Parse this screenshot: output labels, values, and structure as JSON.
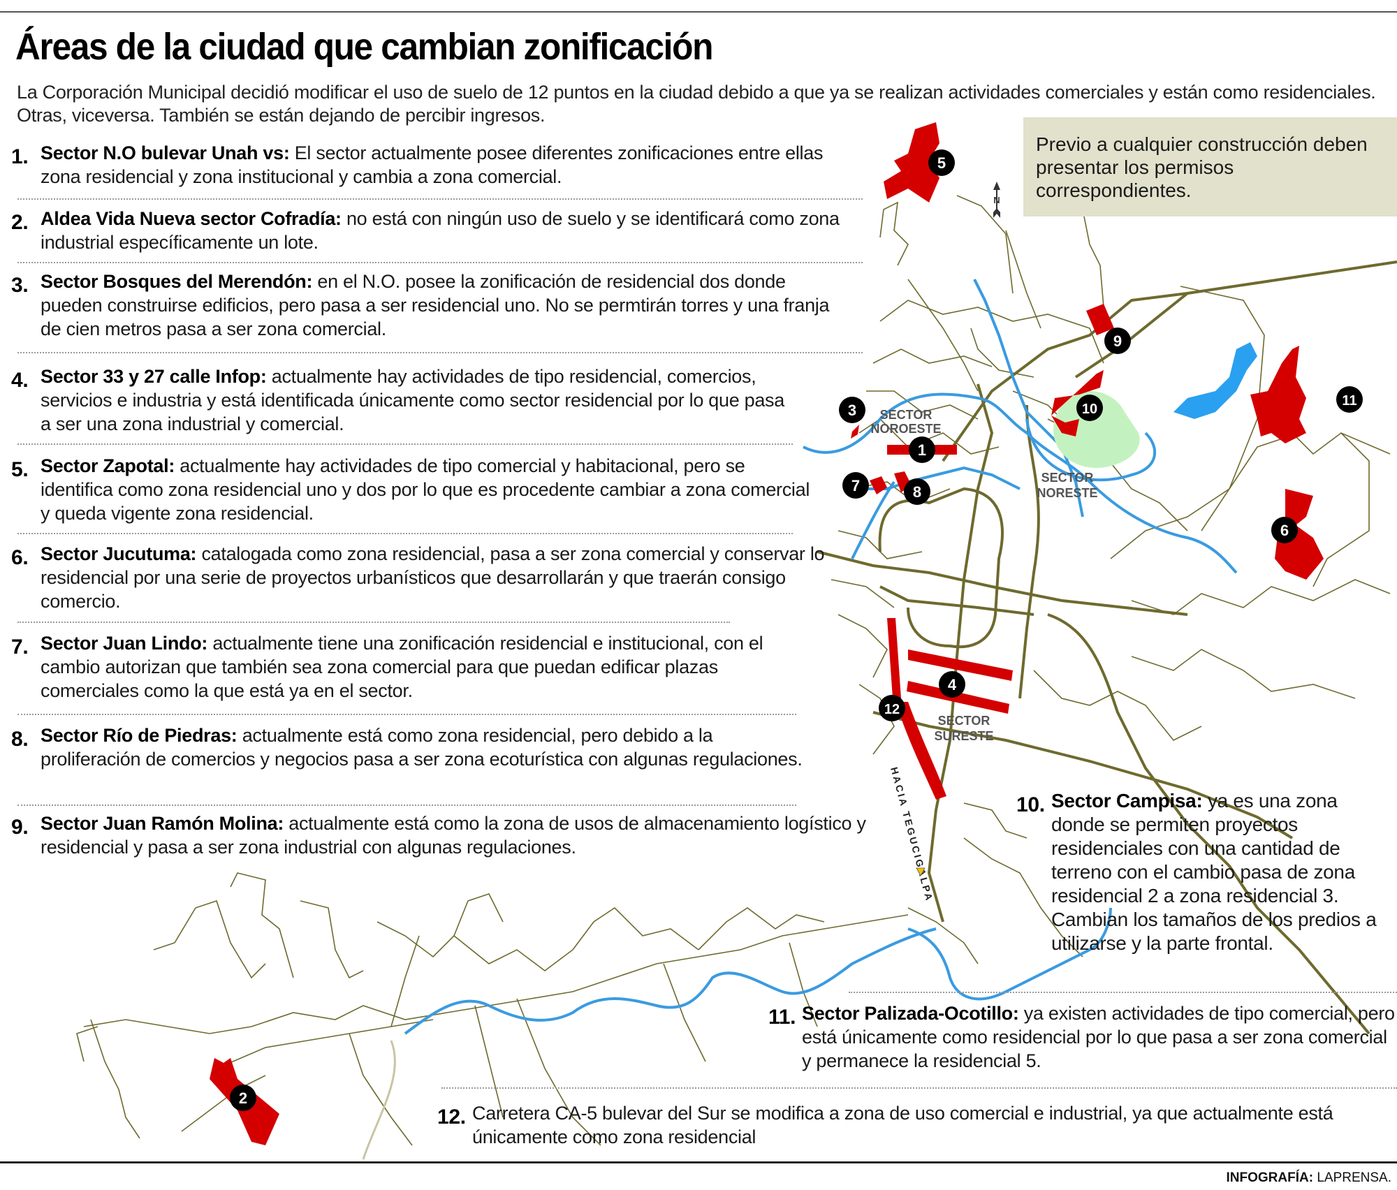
{
  "header": {
    "title": "Áreas de la ciudad que cambian zonificación",
    "intro": "La Corporación Municipal decidió modificar el uso de suelo de 12 puntos en la ciudad debido a que ya se realizan actividades comerciales y están como residenciales. Otras, viceversa. También se están dejando de percibir ingresos."
  },
  "note": {
    "text": "Previo a cualquier construcción deben presentar los permisos correspondientes."
  },
  "items": [
    {
      "num": "1.",
      "head": "Sector N.O bulevar Unah vs:",
      "body": " El sector actualmente posee diferentes zonificaciones entre ellas zona residencial y zona institucional y cambia a zona comercial."
    },
    {
      "num": "2.",
      "head": "Aldea Vida Nueva sector Cofradía:",
      "body": " no está con ningún uso de suelo y se identificará como zona industrial específicamente un lote."
    },
    {
      "num": "3.",
      "head": "Sector Bosques del Merendón:",
      "body": " en el N.O. posee la zonificación de residencial dos donde pueden construirse edificios, pero pasa a ser residencial uno. No se permtirán torres y una franja de cien metros pasa a ser zona comercial."
    },
    {
      "num": "4.",
      "head": "Sector 33 y 27 calle Infop:",
      "body": " actualmente hay actividades de tipo residencial, comercios, servicios e industria y está identificada únicamente como sector residencial por lo que pasa a ser una zona industrial y comercial."
    },
    {
      "num": "5.",
      "head": "Sector Zapotal:",
      "body": " actualmente hay actividades de tipo comercial y habitacional, pero se identifica como zona residencial uno y dos por lo que es procedente cambiar a zona comercial y queda vigente zona residencial."
    },
    {
      "num": "6.",
      "head": "Sector Jucutuma:",
      "body": " catalogada como zona residencial, pasa a ser zona comercial y conservar lo residencial por una serie de proyectos urbanísticos que desarrollarán y que traerán consigo comercio."
    },
    {
      "num": "7.",
      "head": "Sector Juan Lindo:",
      "body": " actualmente tiene una zonificación residencial e institucional, con el cambio autorizan que también sea zona comercial para que puedan edificar plazas comerciales como la que está ya en el sector."
    },
    {
      "num": "8.",
      "head": "Sector Río de Piedras:",
      "body": " actualmente está como zona residencial, pero debido a la proliferación de comercios y negocios pasa a ser zona ecoturística con algunas regulaciones."
    },
    {
      "num": "9.",
      "head": "Sector Juan Ramón Molina:",
      "body": " actualmente está como la zona de usos de almacenamiento logístico y residencial y pasa a ser zona industrial con algunas regulaciones."
    },
    {
      "num": "10.",
      "head": "Sector Campisa:",
      "body": " ya es una zona donde se permiten proyectos residenciales con una cantidad de terreno con el cambio pasa de zona residencial 2 a zona residencial 3. Cambian los tamaños de los predios a utilizarse y la parte frontal."
    },
    {
      "num": "11.",
      "head": "Sector Palizada-Ocotillo:",
      "body": " ya existen actividades de tipo comercial, pero está únicamente como residencial por lo que pasa a ser zona comercial y permanece la residencial 5."
    },
    {
      "num": "12.",
      "head": "",
      "body": "Carretera CA-5 bulevar del Sur se modifica a zona de uso comercial e industrial, ya que actualmente está únicamente como zona residencial"
    }
  ],
  "map": {
    "north_label": "N",
    "sector_labels": {
      "noroeste": [
        "SECTOR",
        "NOROESTE"
      ],
      "noreste": [
        "SECTOR",
        "NORESTE"
      ],
      "sureste": [
        "SECTOR",
        "SURESTE"
      ]
    },
    "road_label": "HACIA TEGUCIGALPA",
    "markers": [
      "1",
      "2",
      "3",
      "4",
      "5",
      "6",
      "7",
      "8",
      "9",
      "10",
      "11",
      "12"
    ],
    "colors": {
      "zone": "#d40000",
      "road": "#6e6a2e",
      "river": "#3a9be0",
      "park": "#c3f2c0",
      "lake": "#2aa0f0",
      "marker": "#000000"
    }
  },
  "footer": {
    "credit_label": "INFOGRAFÍA:",
    "credit_value": " LAPRENSA."
  }
}
